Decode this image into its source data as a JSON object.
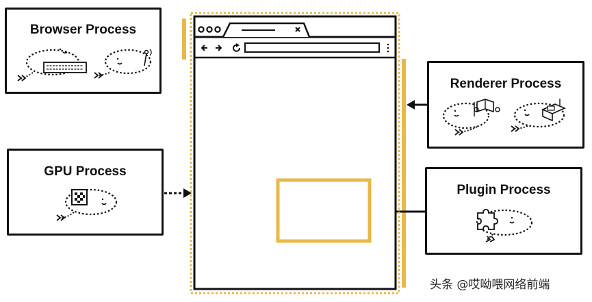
{
  "colors": {
    "accent": "#E8B84B",
    "ink": "#111111",
    "background": "#FFFFFF"
  },
  "processes": {
    "browser": {
      "title": "Browser Process",
      "icons": [
        "browser-character-icon",
        "keyboard-icon",
        "antenna-character-icon"
      ]
    },
    "gpu": {
      "title": "GPU Process",
      "icons": [
        "gpu-character-icon",
        "chip-icon"
      ]
    },
    "renderer": {
      "title": "Renderer Process",
      "icons": [
        "renderer-character-icon",
        "book-icon",
        "gears-icon",
        "workbench-character-icon"
      ]
    },
    "plugin": {
      "title": "Plugin Process",
      "icons": [
        "plugin-character-icon",
        "puzzle-piece-icon"
      ]
    }
  },
  "browser_window": {
    "address_bar_value": "",
    "tab_label": "",
    "icons": [
      "window-dots-icon",
      "tab-close-icon",
      "back-icon",
      "forward-icon",
      "reload-icon",
      "more-menu-icon"
    ]
  },
  "watermark": "头条 @哎呦喂网络前端"
}
